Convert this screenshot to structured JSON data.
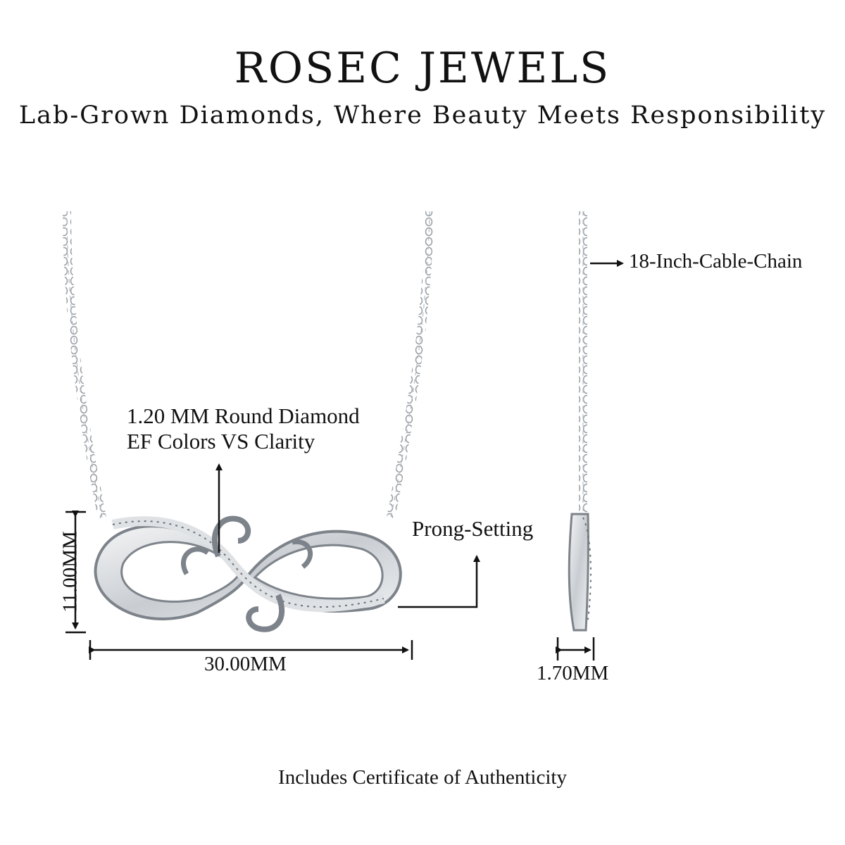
{
  "header": {
    "brand": "ROSEC JEWELS",
    "tagline": "Lab-Grown Diamonds, Where Beauty Meets Responsibility"
  },
  "labels": {
    "diamond_line1": "1.20 MM Round Diamond",
    "diamond_line2": "EF Colors VS Clarity",
    "prong": "Prong-Setting",
    "chain": "18-Inch-Cable-Chain",
    "height": "11.00MM",
    "width": "30.00MM",
    "thickness": "1.70MM"
  },
  "footer": {
    "certificate": "Includes Certificate of Authenticity"
  },
  "colors": {
    "metal": "#c9cdd2",
    "metal_dark": "#8a8f96",
    "text": "#111111"
  }
}
